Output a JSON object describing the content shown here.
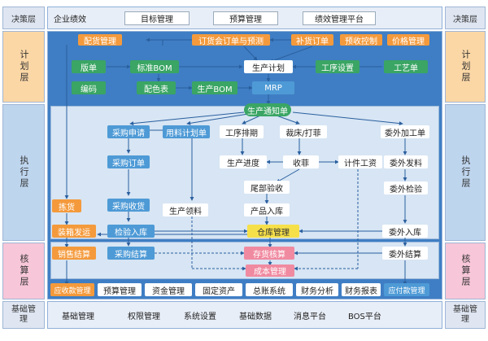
{
  "tiers": {
    "top": "决策层",
    "plan": "计划层",
    "exec": "执行层",
    "acc": "核算层",
    "base": "基础管理"
  },
  "top_band": {
    "label": "企业绩效",
    "items": [
      "目标管理",
      "预算管理",
      "绩效管理平台"
    ]
  },
  "plan": {
    "row1": [
      "配货管理",
      "订货会订单与预测",
      "补货订单",
      "预收控制",
      "价格管理"
    ],
    "row2": [
      "版单",
      "标准BOM",
      "生产计划",
      "工序设置",
      "工艺单"
    ],
    "row3": [
      "编码",
      "配色表",
      "生产BOM",
      "MRP"
    ]
  },
  "exec": {
    "notice": "生产通知单",
    "purchase_req": "采购申请",
    "material_plan": "用料计划单",
    "process_sched": "工序排期",
    "cut": "裁床/打菲",
    "outsource_order": "委外加工单",
    "purchase_order": "采购订单",
    "prod_progress": "生产进度",
    "collect": "收菲",
    "piece_wage": "计件工资",
    "outsource_issue": "委外发料",
    "pick": "拣货",
    "purchase_receipt": "采购收货",
    "tail_check": "尾部验收",
    "outsource_check": "委外检验",
    "prod_issue": "生产领料",
    "prod_in": "产品入库",
    "pack_ship": "装箱发运",
    "inspect_in": "检验入库",
    "warehouse": "仓库管理",
    "outsource_in": "委外入库"
  },
  "acc": {
    "sales_settle": "销售结算",
    "purchase_settle": "采购结算",
    "inventory_check": "存货核算",
    "outsource_settle": "委外结算",
    "cost_mgmt": "成本管理",
    "bottom": [
      "应收款管理",
      "预算管理",
      "资金管理",
      "固定资产",
      "总账系统",
      "财务分析",
      "财务报表",
      "应付款管理"
    ]
  },
  "base_band": {
    "label": "基础管理",
    "items": [
      "权限管理",
      "系统设置",
      "基础数据",
      "消息平台",
      "BOS平台"
    ]
  }
}
